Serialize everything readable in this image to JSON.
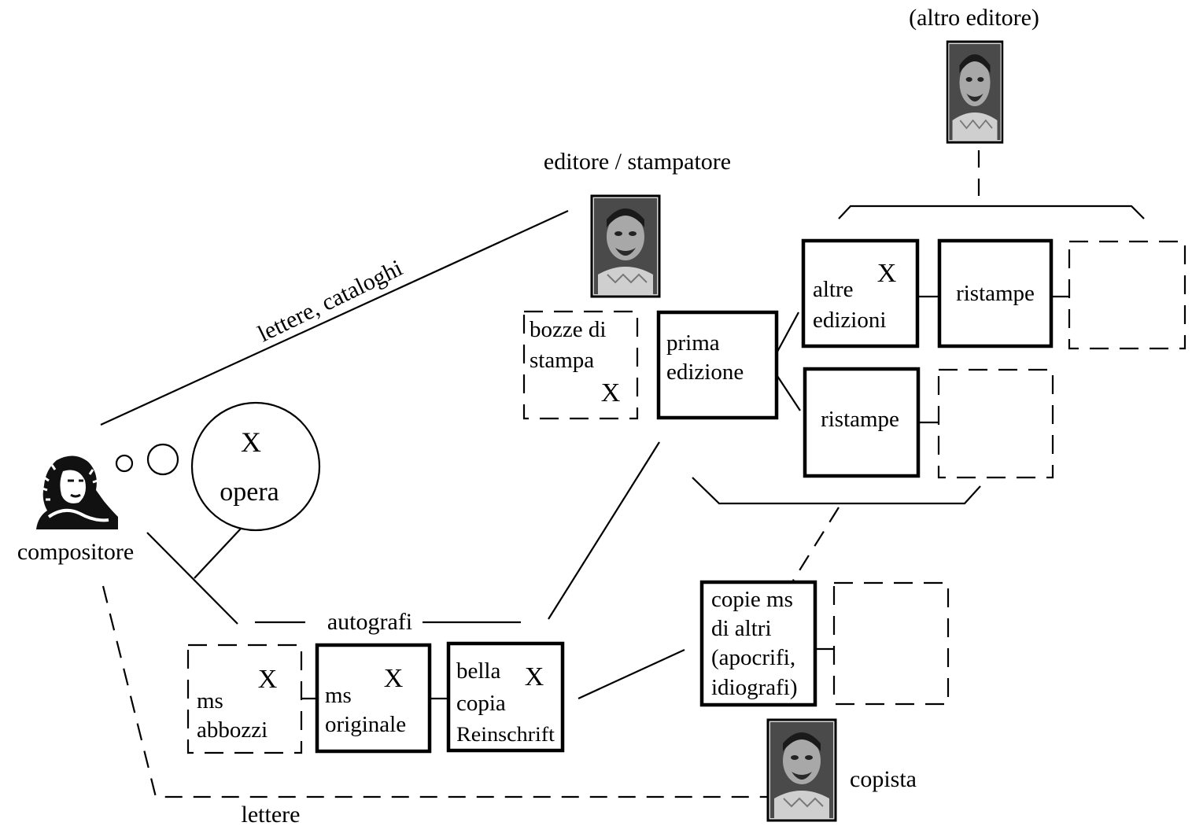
{
  "labels": {
    "altro_editore": "(altro editore)",
    "editore_stampatore": "editore / stampatore",
    "lettere_cataloghi": "lettere, cataloghi",
    "compositore": "compositore",
    "autografi": "autografi",
    "copista": "copista",
    "lettere": "lettere",
    "opera": "opera"
  },
  "marker": "X",
  "boxes": {
    "bozze": [
      "bozze di",
      "stampa"
    ],
    "prima_edizione": [
      "prima",
      "edizione"
    ],
    "altre_edizioni": [
      "altre",
      "edizioni"
    ],
    "ristampe_top": [
      "ristampe"
    ],
    "ristampe_mid": [
      "ristampe"
    ],
    "copie_ms": [
      "copie ms",
      "di altri",
      "(apocrifi,",
      "idiografi)"
    ],
    "ms_abbozzi": [
      "ms",
      "abbozzi"
    ],
    "ms_originale": [
      "ms",
      "originale"
    ],
    "bella_copia": [
      "bella",
      "copia",
      "Reinschrift"
    ]
  }
}
